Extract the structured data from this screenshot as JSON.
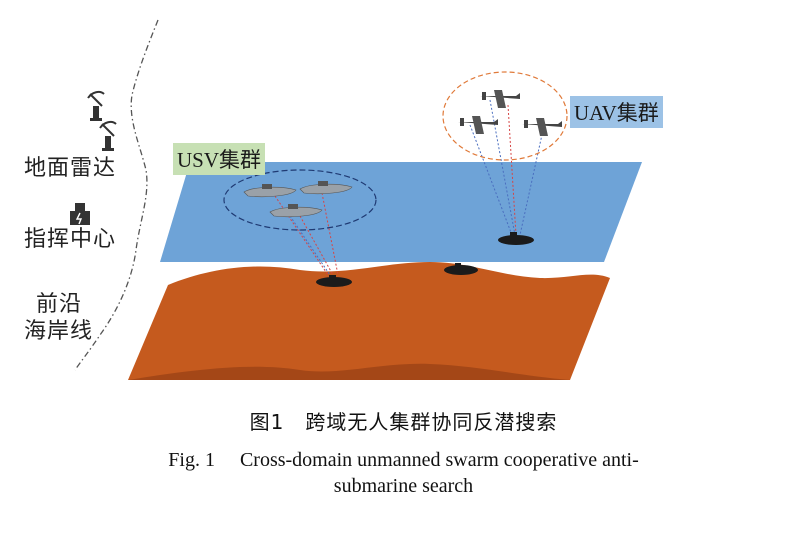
{
  "labels": {
    "ground_radar": "地面雷达",
    "command_center": "指挥中心",
    "coastline_line1": "前沿",
    "coastline_line2": "海岸线",
    "usv_swarm": "USV集群",
    "uav_swarm": "UAV集群"
  },
  "caption": {
    "cn": "图1　跨域无人集群协同反潜搜索",
    "en_line1": "Fig. 1　 Cross-domain unmanned swarm cooperative anti-",
    "en_line2": "submarine search"
  },
  "colors": {
    "sea_surface": "#6ea3d7",
    "seabed": "#c55a1e",
    "seabed_dark": "#8e3a12",
    "usv_tag": "#c7e0b4",
    "uav_tag": "#9cc2e6",
    "usv_ring": "#1f3a73",
    "uav_ring": "#e07a3a",
    "link_red": "#d64545",
    "link_blue": "#4a6ebf"
  }
}
